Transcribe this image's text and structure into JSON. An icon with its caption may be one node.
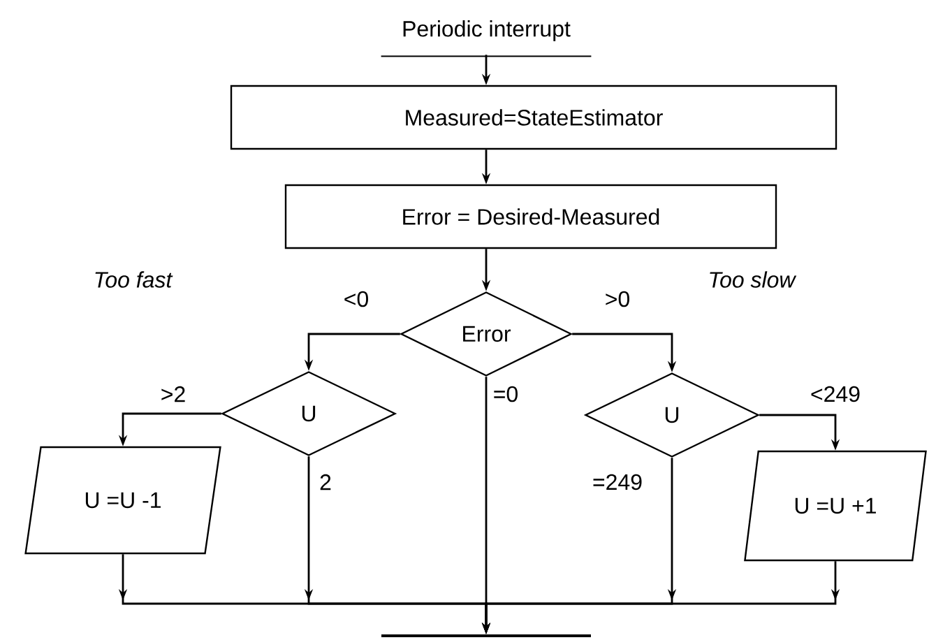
{
  "diagram": {
    "nodes": [
      {
        "text": [
          "Periodic interrupt"
        ]
      },
      {
        "text": [
          "Measured=StateEstimator"
        ]
      },
      {
        "text": [
          "Error = Desired-Measured"
        ]
      },
      {
        "text": [
          "Error"
        ]
      },
      {
        "text": [
          "U"
        ]
      },
      {
        "text": [
          "U"
        ]
      },
      {
        "text": [
          "U =U -1"
        ]
      },
      {
        "text": [
          "U =U +1"
        ]
      },
      {
        "text": [],
        "shape": "bar"
      }
    ],
    "edges": [
      {
        "from": 0,
        "to": 1,
        "arrow": "to"
      },
      {
        "from": 1,
        "to": 2,
        "arrow": "to"
      },
      {
        "from": 2,
        "to": 3,
        "arrow": "to"
      },
      {
        "from": 3,
        "to": 4,
        "arrow": "to",
        "label": "<0"
      },
      {
        "from": 3,
        "to": 5,
        "arrow": "to",
        "label": ">0"
      },
      {
        "from": 3,
        "to": 8,
        "arrow": "to",
        "label": "=0"
      },
      {
        "from": 4,
        "to": 6,
        "arrow": "to",
        "label": ">2"
      },
      {
        "from": 4,
        "to": 8,
        "arrow": "to",
        "label": "2"
      },
      {
        "from": 5,
        "to": 7,
        "arrow": "to",
        "label": "<249"
      },
      {
        "from": 5,
        "to": 8,
        "arrow": "to",
        "label": "=249"
      },
      {
        "from": 6,
        "to": 8,
        "arrow": "to"
      },
      {
        "from": 7,
        "to": 8,
        "arrow": "to"
      }
    ],
    "labels": [
      "Too fast",
      "Too slow"
    ]
  }
}
